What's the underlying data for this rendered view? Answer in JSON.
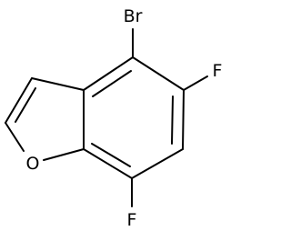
{
  "molecule": {
    "atoms": {
      "br": "Br",
      "f5": "F",
      "f7": "F",
      "o1": "O"
    }
  }
}
